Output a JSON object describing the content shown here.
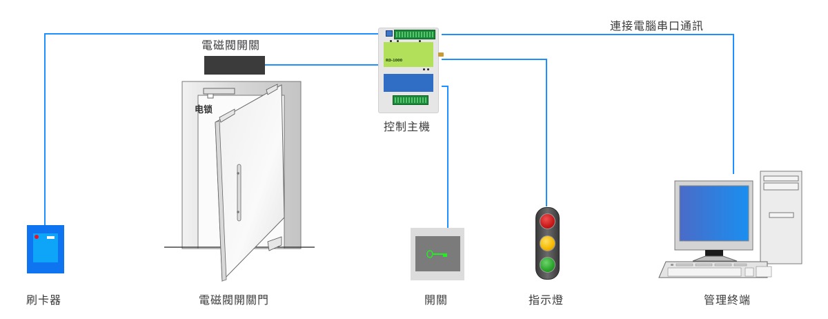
{
  "diagram": {
    "title": "門禁控制系統連線示意圖",
    "nodes": {
      "controller": {
        "label": "控制主機",
        "model": "RD-1000"
      },
      "solenoid_switch": {
        "label": "電磁閥開關"
      },
      "door": {
        "label": "電磁閥開關門",
        "lock_label": "电锁"
      },
      "card_reader": {
        "label": "刷卡器"
      },
      "key_switch": {
        "label": "開關"
      },
      "indicator_light": {
        "label": "指示燈"
      },
      "terminal": {
        "label": "管理終端"
      }
    },
    "connections": [
      {
        "from": "controller",
        "to": "card_reader"
      },
      {
        "from": "controller",
        "to": "solenoid_switch"
      },
      {
        "from": "controller",
        "to": "key_switch"
      },
      {
        "from": "controller",
        "to": "indicator_light"
      },
      {
        "from": "controller",
        "to": "terminal",
        "label": "連接電腦串口通訊"
      }
    ],
    "colors": {
      "wire": "#1e8fff",
      "reader_body": "#0f74f0",
      "reader_face": "#0ea4f8",
      "light_red": "#d42020",
      "light_yellow": "#f5b800",
      "light_green": "#2aa32a",
      "key_glyph": "#22ee22"
    }
  }
}
